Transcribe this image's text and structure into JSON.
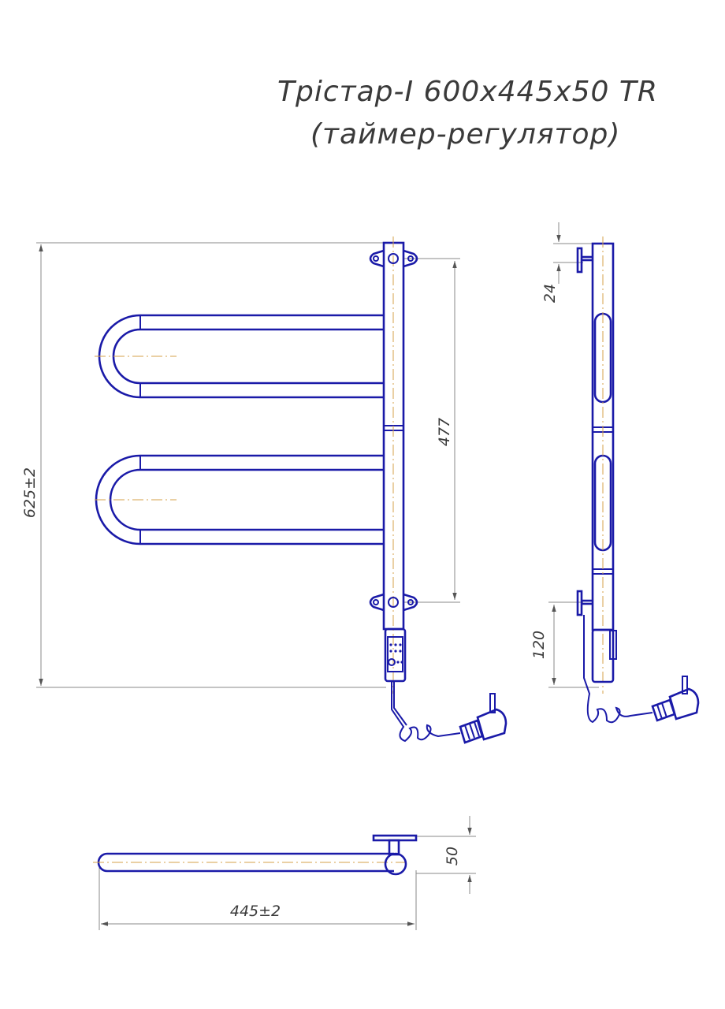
{
  "title": {
    "line1": "Трістар-І 600x445x50 TR",
    "line2": "(таймер-регулятор)"
  },
  "dimensions": {
    "height_total": "625±2",
    "mount_spacing": "477",
    "top_offset": "24",
    "bottom_offset": "120",
    "depth": "50",
    "width_total": "445±2"
  },
  "colors": {
    "tube": "#1a1aa8",
    "dimension_line": "#8a8a8a",
    "center_line": "#d4a24a",
    "text": "#3a3a3a"
  }
}
